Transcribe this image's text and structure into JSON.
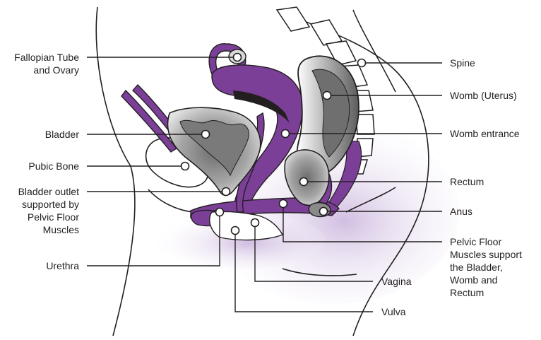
{
  "labels": {
    "fallopian": "Fallopian Tube\nand Ovary",
    "bladder": "Bladder",
    "pubic_bone": "Pubic Bone",
    "bladder_outlet": "Bladder outlet\nsupported by\nPelvic Floor\nMuscles",
    "urethra": "Urethra",
    "spine": "Spine",
    "womb": "Womb (Uterus)",
    "womb_entrance": "Womb entrance",
    "rectum": "Rectum",
    "anus": "Anus",
    "pelvic_floor": "Pelvic Floor\nMuscles support\nthe Bladder,\nWomb and\nRectum",
    "vagina": "Vagina",
    "vulva": "Vulva"
  },
  "colors": {
    "purple": "#7b3f98",
    "light_purple": "#c9b3dc",
    "organ_gray": "#8a8a8a",
    "organ_light": "#d9d9d9",
    "line": "#231f20"
  }
}
